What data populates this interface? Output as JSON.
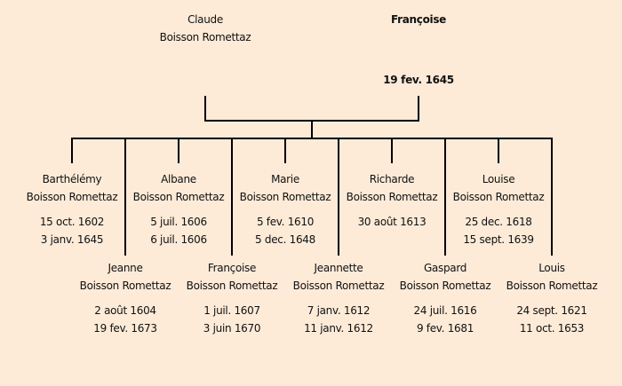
{
  "father": {
    "first_name": "Claude",
    "surname": "Boisson Romettaz"
  },
  "mother": {
    "first_name": "Françoise",
    "marriage_date": "19 fev. 1645"
  },
  "children": [
    {
      "first_name": "Barthélémy",
      "surname": "Boisson Romettaz",
      "birth": "15 oct. 1602",
      "death": "3 janv. 1645"
    },
    {
      "first_name": "Jeanne",
      "surname": "Boisson Romettaz",
      "birth": "2 août 1604",
      "death": "19 fev. 1673"
    },
    {
      "first_name": "Albane",
      "surname": "Boisson Romettaz",
      "birth": "5 juil. 1606",
      "death": "6 juil. 1606"
    },
    {
      "first_name": "Françoise",
      "surname": "Boisson Romettaz",
      "birth": "1 juil. 1607",
      "death": "3 juin 1670"
    },
    {
      "first_name": "Marie",
      "surname": "Boisson Romettaz",
      "birth": "5 fev. 1610",
      "death": "5 dec. 1648"
    },
    {
      "first_name": "Jeannette",
      "surname": "Boisson Romettaz",
      "birth": "7 janv. 1612",
      "death": "11 janv. 1612"
    },
    {
      "first_name": "Richarde",
      "surname": "Boisson Romettaz",
      "birth": "30 août 1613",
      "death": ""
    },
    {
      "first_name": "Gaspard",
      "surname": "Boisson Romettaz",
      "birth": "24 juil. 1616",
      "death": "9 fev. 1681"
    },
    {
      "first_name": "Louise",
      "surname": "Boisson Romettaz",
      "birth": "25 dec. 1618",
      "death": "15 sept. 1639"
    },
    {
      "first_name": "Louis",
      "surname": "Boisson Romettaz",
      "birth": "24 sept. 1621",
      "death": "11 oct. 1653"
    }
  ]
}
